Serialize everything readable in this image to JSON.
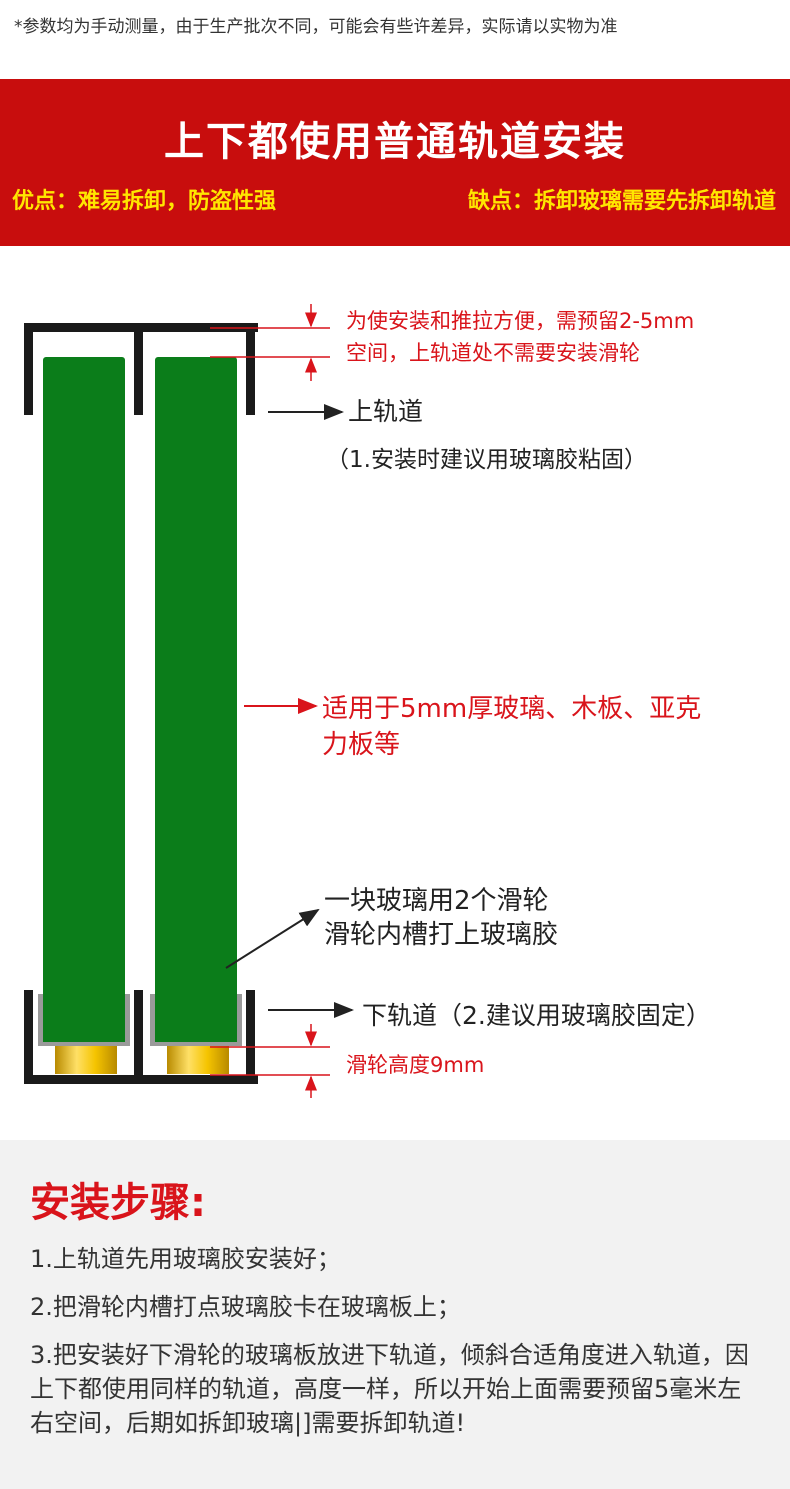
{
  "note": "*参数均为手动测量，由于生产批次不同，可能会有些许差异，实际请以实物为准",
  "banner": {
    "title": "上下都使用普通轨道安装",
    "pro": "优点：难易拆卸，防盗性强",
    "con": "缺点：拆卸玻璃需要先拆卸轨道"
  },
  "diagram": {
    "top_gap_line1": "为使安装和推拉方便，需预留2-5mm",
    "top_gap_line2": "空间，上轨道处不需要安装滑轮",
    "upper_track": "上轨道",
    "upper_track_note": "（1.安装时建议用玻璃胶粘固）",
    "panel_line1": "适用于5mm厚玻璃、木板、亚克",
    "panel_line2": "力板等",
    "roller_line1": "一块玻璃用2个滑轮",
    "roller_line2": "滑轮内槽打上玻璃胶",
    "lower_track": "下轨道（2.建议用玻璃胶固定）",
    "roller_height": "滑轮高度9mm",
    "colors": {
      "panel": "#0b7d1a",
      "track": "#1a1a1a",
      "roller": "#e6b800",
      "dimension": "#d9141b",
      "holder": "#9a9a9a"
    }
  },
  "steps": {
    "title": "安装步骤:",
    "items": [
      "1.上轨道先用玻璃胶安装好；",
      "2.把滑轮内槽打点玻璃胶卡在玻璃板上；",
      "3.把安装好下滑轮的玻璃板放进下轨道，倾斜合适角度进入轨道，因上下都使用同样的轨道，高度一样，所以开始上面需要预留5毫米左右空间，后期如拆卸玻璃|]需要拆卸轨道!"
    ]
  }
}
